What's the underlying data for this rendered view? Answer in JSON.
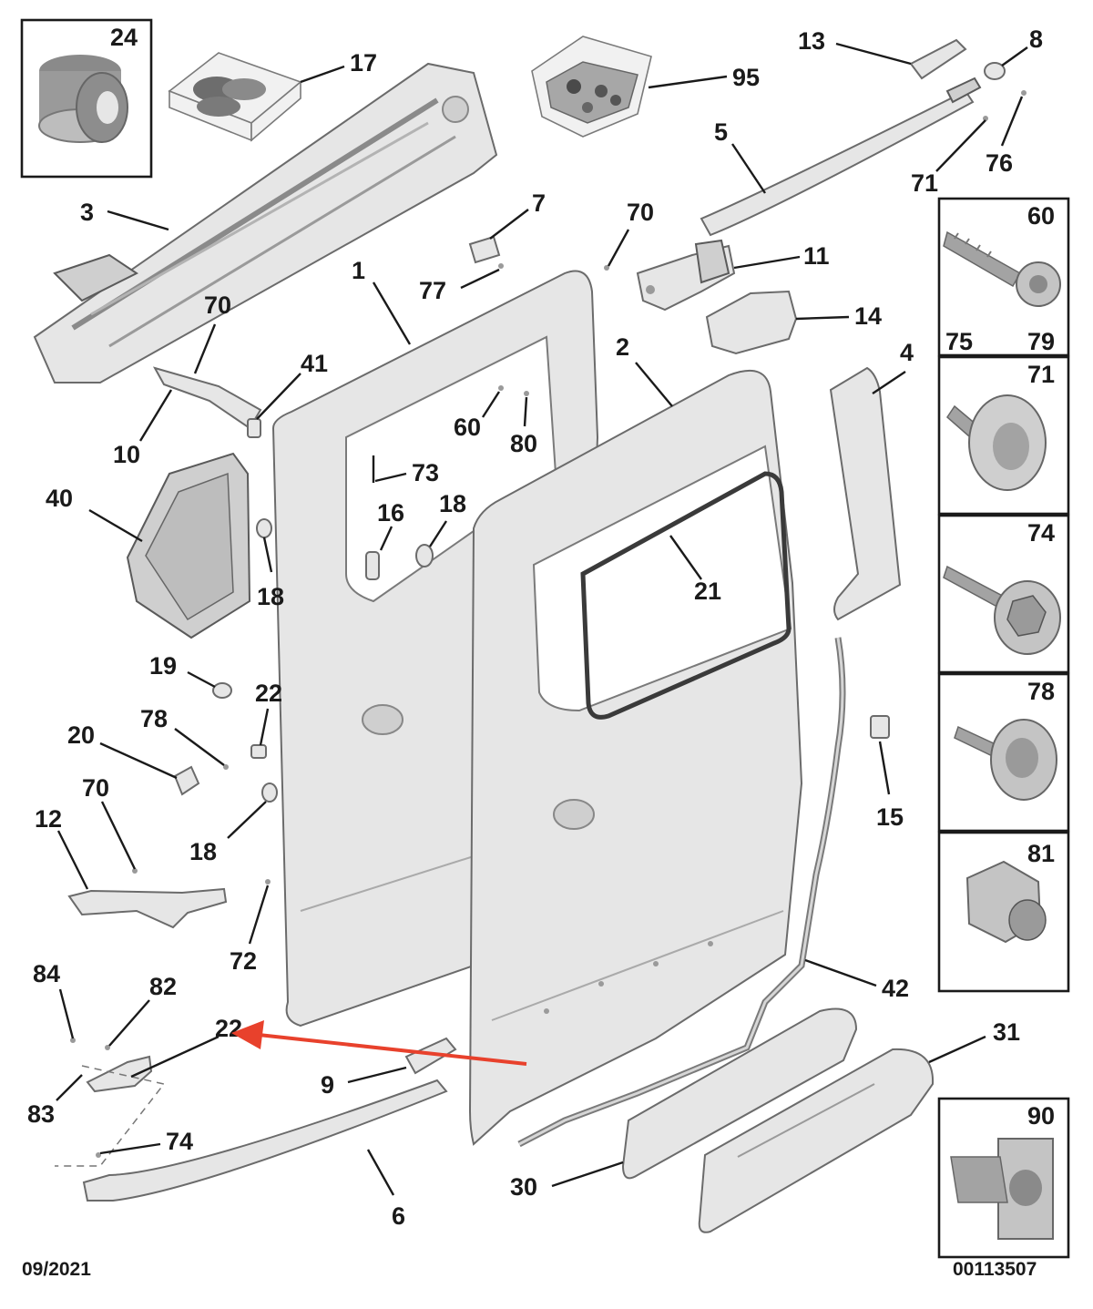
{
  "labels": {
    "c1": "1",
    "c2": "2",
    "c3": "3",
    "c4": "4",
    "c5": "5",
    "c6": "6",
    "c7": "7",
    "c8": "8",
    "c9": "9",
    "c10": "10",
    "c11": "11",
    "c12": "12",
    "c13": "13",
    "c14": "14",
    "c15": "15",
    "c16": "16",
    "c17": "17",
    "c18a": "18",
    "c18b": "18",
    "c18c": "18",
    "c19": "19",
    "c20": "20",
    "c21": "21",
    "c22": "22",
    "c23": "22",
    "c30": "30",
    "c31": "31",
    "c40": "40",
    "c41": "41",
    "c42": "42",
    "c60": "60",
    "c70a": "70",
    "c70b": "70",
    "c70c": "70",
    "c71": "71",
    "c72": "72",
    "c73": "73",
    "c74": "74",
    "c76": "76",
    "c77": "77",
    "c78": "78",
    "c80": "80",
    "c82": "82",
    "c83": "83",
    "c84": "84",
    "c95": "95"
  },
  "boxes": {
    "b24": "24",
    "b60": "60",
    "b75": "75",
    "b79": "79",
    "b71": "71",
    "b74": "74",
    "b78": "78",
    "b81": "81",
    "b90": "90"
  },
  "footer": {
    "date": "09/2021",
    "reference": "00113507"
  },
  "colors": {
    "part_fill": "#e6e6e6",
    "part_stroke": "#6b6b6b",
    "arrow": "#e8412c"
  }
}
